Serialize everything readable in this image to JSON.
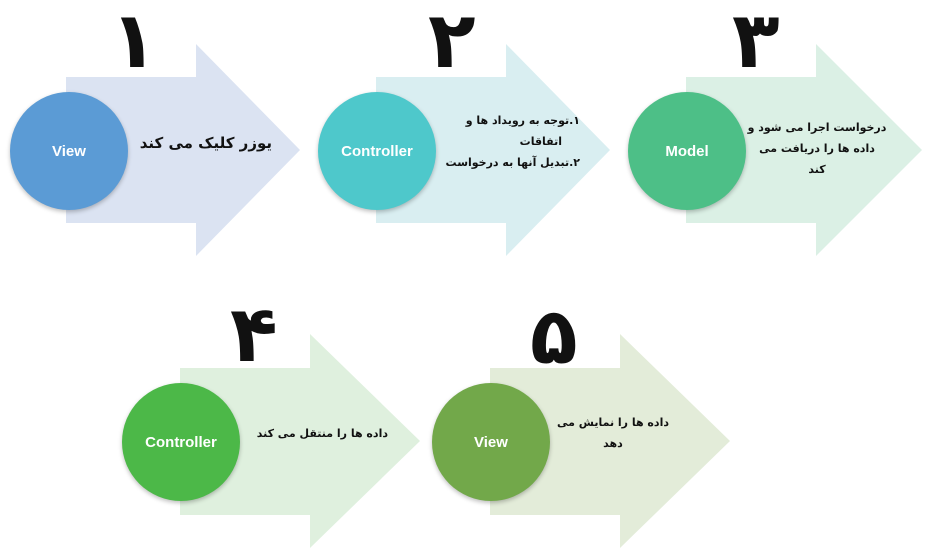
{
  "steps": [
    {
      "number": "۱",
      "node": "View",
      "lines": [
        "یوزر کلیک می کند"
      ],
      "arrow_color": "#dbe3f2",
      "circle_color": "#5b9bd5"
    },
    {
      "number": "۲",
      "node": "Controller",
      "lines": [
        "۱.توجه به رویداد ها و",
        "اتفاقات",
        "۲.تبدیل آنها به درخواست"
      ],
      "arrow_color": "#d9eef1",
      "circle_color": "#4ec8cb"
    },
    {
      "number": "۳",
      "node": "Model",
      "lines": [
        "درخواست اجرا می شود و",
        "داده ها را  دریافت می",
        "کند"
      ],
      "arrow_color": "#dbf0e5",
      "circle_color": "#4dbf87"
    },
    {
      "number": "۴",
      "node": "Controller",
      "lines": [
        "داده ها را منتقل می کند"
      ],
      "arrow_color": "#dff0de",
      "circle_color": "#4cb848"
    },
    {
      "number": "۵",
      "node": "View",
      "lines": [
        "داده ها را نمایش می",
        "دهد"
      ],
      "arrow_color": "#e3ecd9",
      "circle_color": "#72a84a"
    }
  ]
}
